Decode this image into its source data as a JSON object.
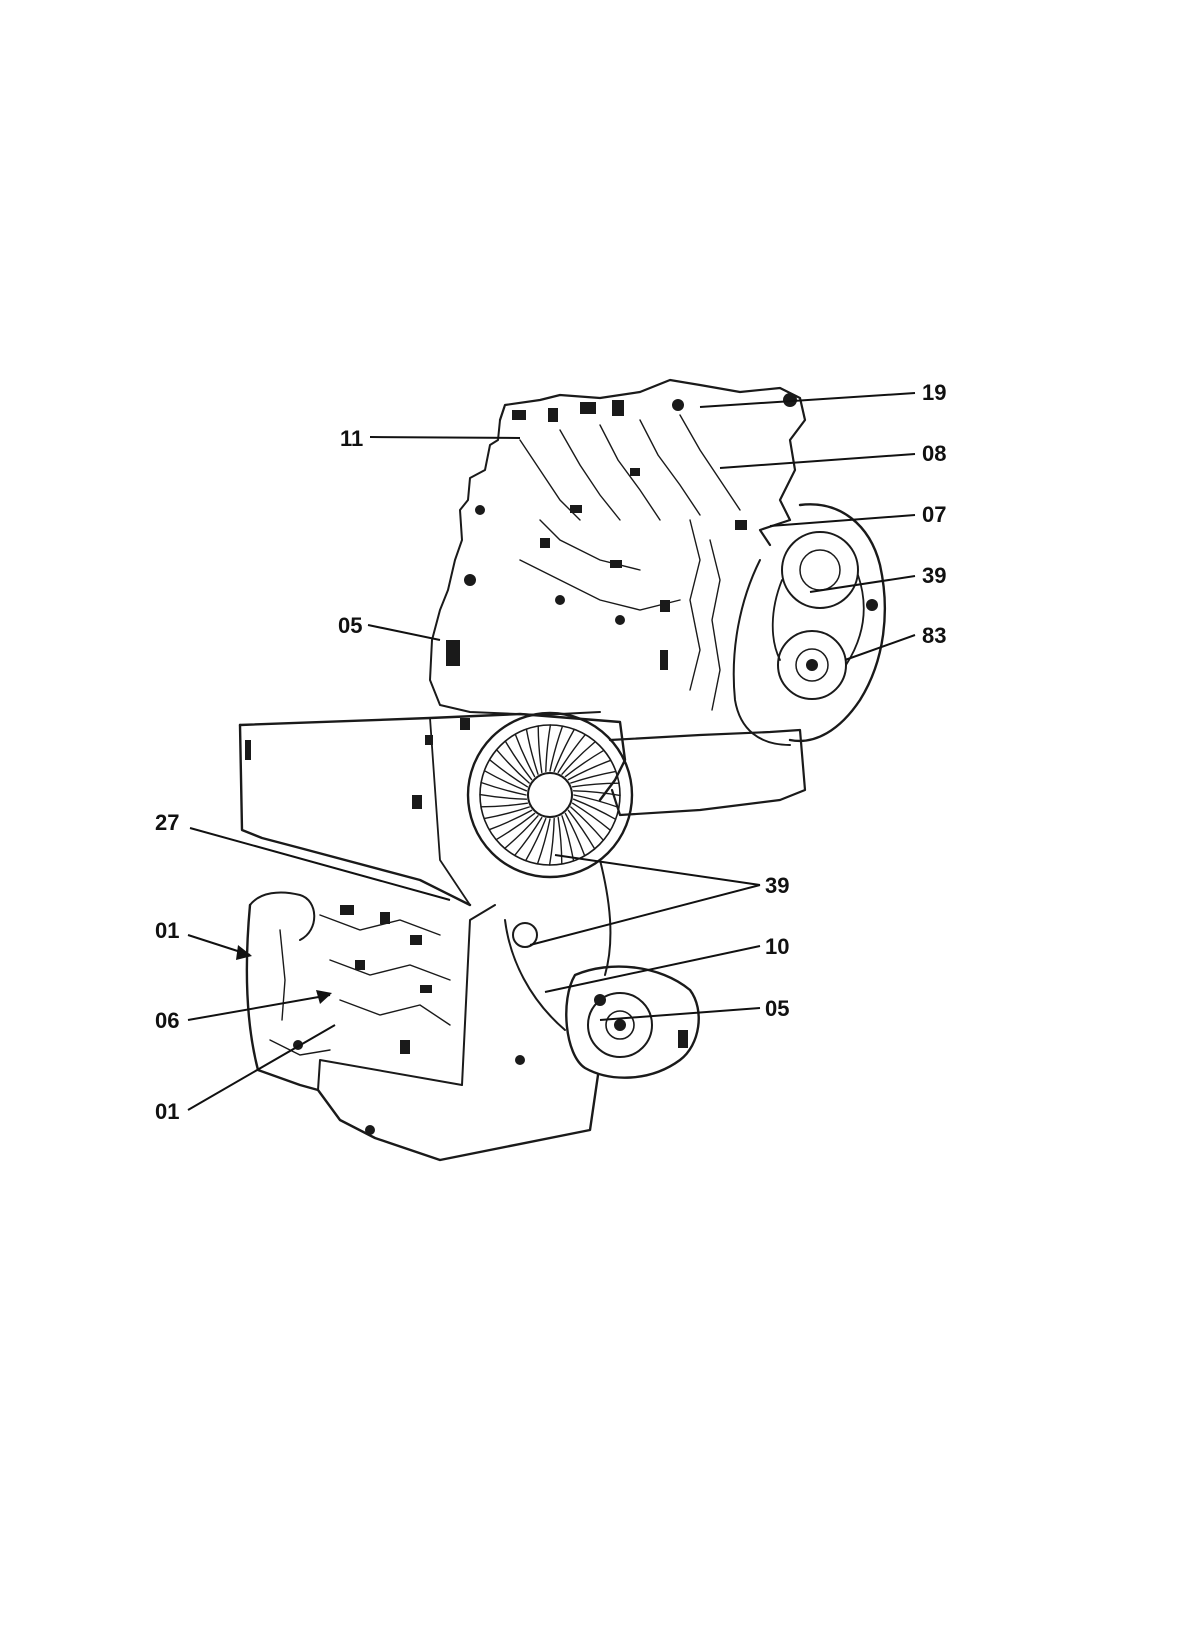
{
  "callouts": [
    {
      "id": "c-19",
      "text": "19"
    },
    {
      "id": "c-11",
      "text": "11"
    },
    {
      "id": "c-08",
      "text": "08"
    },
    {
      "id": "c-07",
      "text": "07"
    },
    {
      "id": "c-39a",
      "text": "39"
    },
    {
      "id": "c-05a",
      "text": "05"
    },
    {
      "id": "c-83",
      "text": "83"
    },
    {
      "id": "c-27",
      "text": "27"
    },
    {
      "id": "c-39b",
      "text": "39"
    },
    {
      "id": "c-01a",
      "text": "01"
    },
    {
      "id": "c-10",
      "text": "10"
    },
    {
      "id": "c-06",
      "text": "06"
    },
    {
      "id": "c-05b",
      "text": "05"
    },
    {
      "id": "c-01b",
      "text": "01"
    }
  ]
}
